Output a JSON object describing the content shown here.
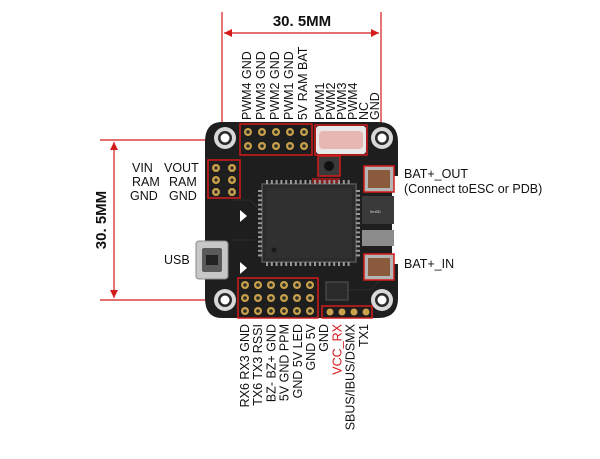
{
  "dimensions": {
    "width_label": "30. 5MM",
    "height_label": "30. 5MM"
  },
  "top_pin_labels": [
    "PWM4 GND",
    "PWM3 GND",
    "PWM2 GND",
    "PWM1 GND",
    "5V  RAM  BAT"
  ],
  "top_right_labels": [
    "PWM1",
    "PWM2",
    "PWM3",
    "PWM4",
    "NC",
    "GND"
  ],
  "left_labels": {
    "row1_left": "VIN",
    "row1_right": "VOUT",
    "row2_left": "RAM",
    "row2_right": "RAM",
    "row3_left": "GND",
    "row3_right": "GND"
  },
  "usb_label": "USB",
  "right_labels": {
    "bat_out": "BAT+_OUT",
    "bat_out_note": "(Connect toESC or PDB)",
    "bat_in": "BAT+_IN"
  },
  "bottom_labels": [
    {
      "text": "RX6  RX3  GND",
      "color": "#111111"
    },
    {
      "text": "TX6  TX3  RSSI",
      "color": "#111111"
    },
    {
      "text": "BZ-  BZ+  GND",
      "color": "#111111"
    },
    {
      "text": "5V   GND  PPM",
      "color": "#111111"
    },
    {
      "text": "GND   5V   LED",
      "color": "#111111"
    },
    {
      "text": "GND   5V",
      "color": "#111111"
    },
    {
      "text": "GND",
      "color": "#111111"
    },
    {
      "text": "VCC_RX",
      "color": "#d41a1a"
    },
    {
      "text": "SBUS/IBUS/DSMX",
      "color": "#111111"
    },
    {
      "text": "TX1",
      "color": "#111111"
    }
  ],
  "colors": {
    "board": "#1e1e1e",
    "highlight": "#d41a1a",
    "pad": "#c9a14a",
    "text": "#111111"
  }
}
